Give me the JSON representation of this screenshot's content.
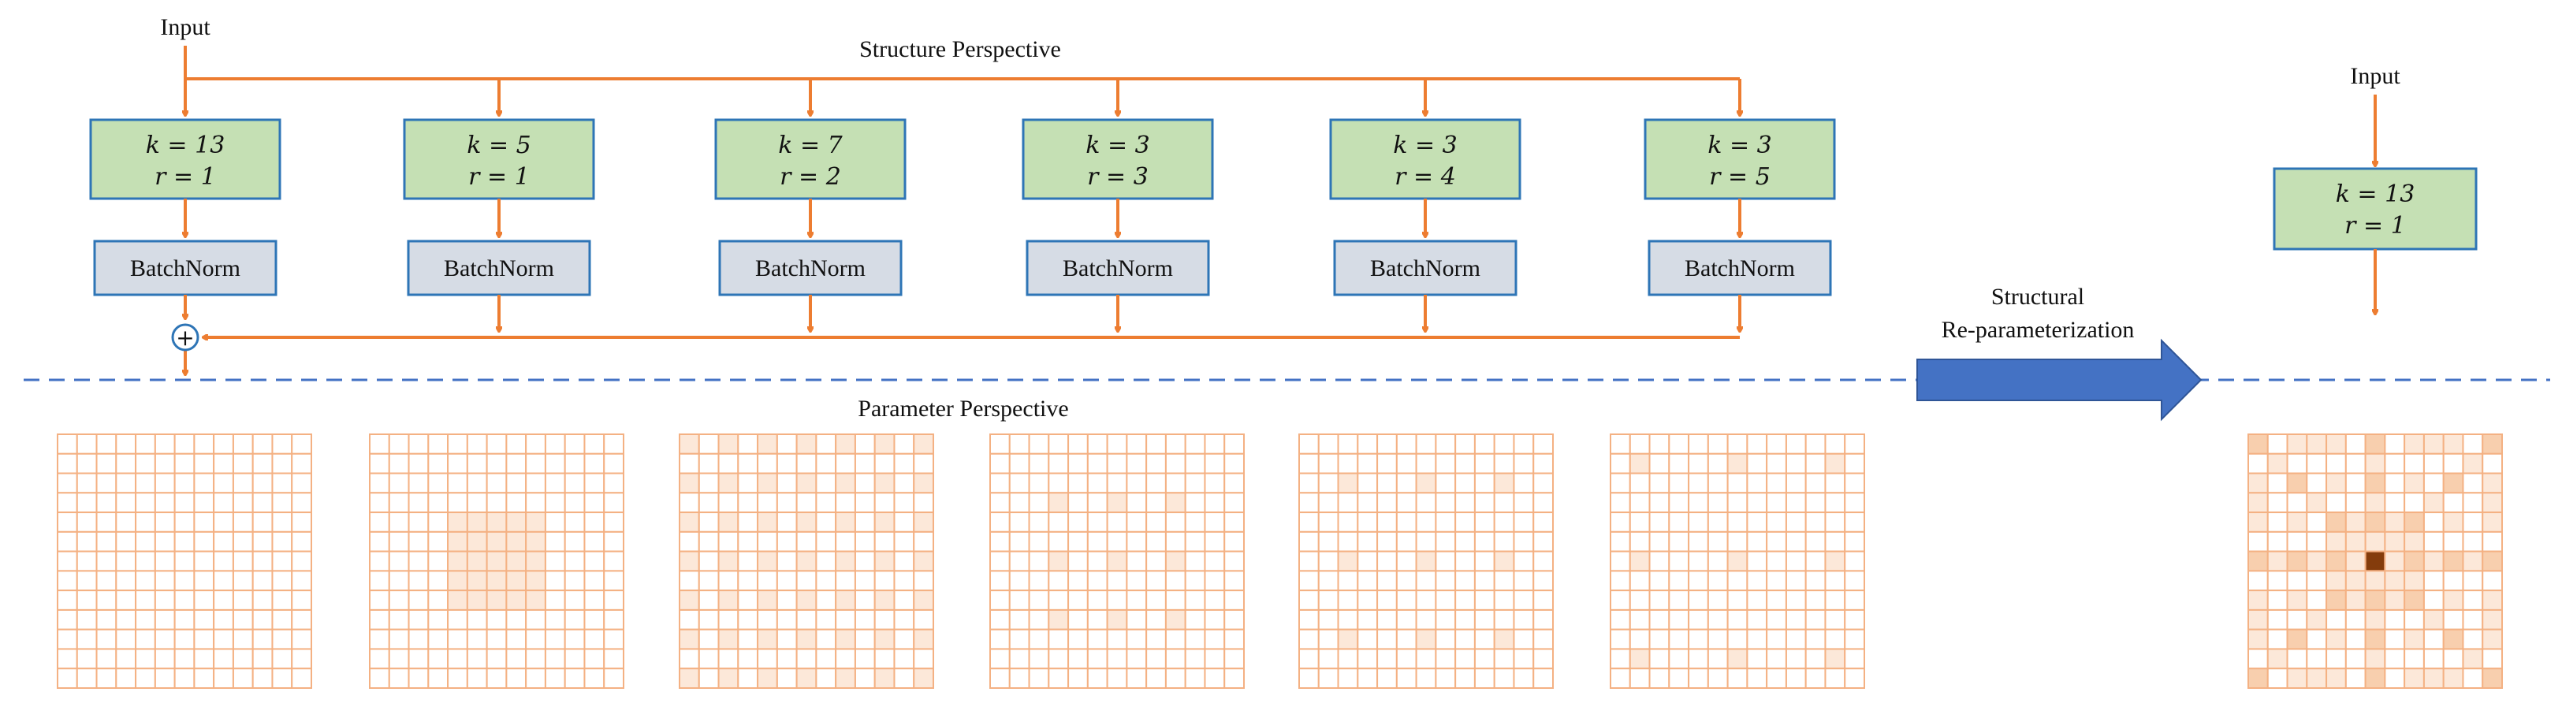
{
  "structure": {
    "title": "Structure Perspective",
    "input_label": "Input",
    "branches": [
      {
        "k": "k = 13",
        "r": "r = 1",
        "norm": "BatchNorm"
      },
      {
        "k": "k = 5",
        "r": "r = 1",
        "norm": "BatchNorm"
      },
      {
        "k": "k = 7",
        "r": "r = 2",
        "norm": "BatchNorm"
      },
      {
        "k": "k = 3",
        "r": "r = 3",
        "norm": "BatchNorm"
      },
      {
        "k": "k = 3",
        "r": "r = 4",
        "norm": "BatchNorm"
      },
      {
        "k": "k = 3",
        "r": "r = 5",
        "norm": "BatchNorm"
      }
    ],
    "sum_symbol": "+"
  },
  "reparam": {
    "label_line1": "Structural",
    "label_line2": "Re-parameterization"
  },
  "merged": {
    "input_label": "Input",
    "k": "k = 13",
    "r": "r = 1"
  },
  "parameter": {
    "title": "Parameter Perspective",
    "grid_size": 13
  },
  "colors": {
    "orange": "#ED7D31",
    "conv_fill": "#C5E0B4",
    "conv_border": "#2E75B6",
    "bn_fill": "#D6DCE5",
    "dashed": "#4472C4",
    "arrow_fill": "#4472C4"
  }
}
